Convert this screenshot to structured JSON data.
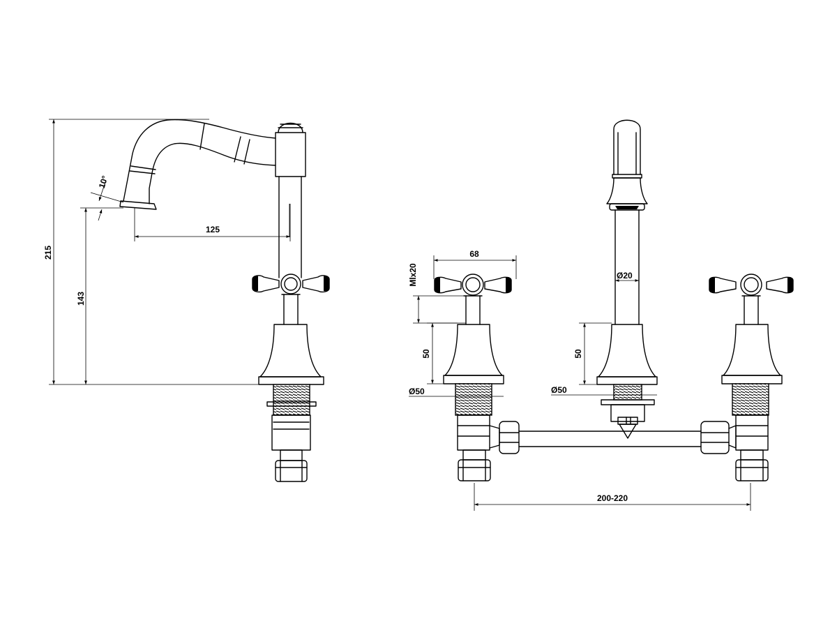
{
  "dimensions": {
    "side_total_height": "215",
    "side_spout_height": "143",
    "side_spout_reach": "125",
    "side_spout_angle": "10°",
    "handle_width": "68",
    "handle_thread": "Mlx20",
    "handle_body_height": "50",
    "handle_base_diameter": "Ø50",
    "spout_diameter": "Ø20",
    "spout_body_height": "50",
    "spout_base_diameter": "Ø50",
    "centres": "200-220"
  }
}
